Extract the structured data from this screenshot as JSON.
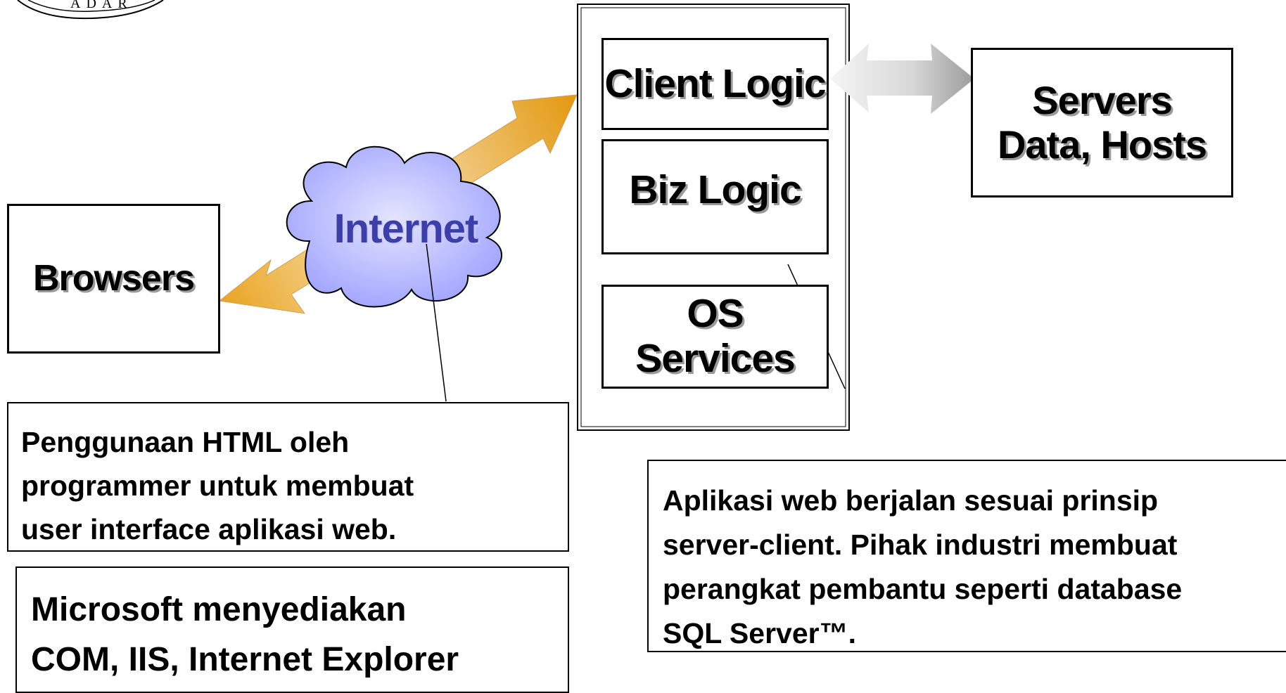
{
  "logo": {
    "text": "ADAR"
  },
  "browsers": {
    "label": "Browsers"
  },
  "internet": {
    "label": "Internet"
  },
  "server_stack": {
    "client_logic": "Client Logic",
    "biz_logic": "Biz Logic",
    "os_services": [
      "OS",
      "Services"
    ]
  },
  "servers": {
    "lines": [
      "Servers",
      "Data, Hosts"
    ]
  },
  "notes": {
    "html_note": [
      "Penggunaan HTML oleh",
      "programmer untuk membuat",
      "user interface aplikasi web."
    ],
    "microsoft_note": [
      "Microsoft menyediakan",
      "COM, IIS, Internet Explorer"
    ],
    "web_app_note": [
      "Aplikasi web berjalan sesuai prinsip",
      "server-client. Pihak industri membuat",
      "perangkat pembantu seperti database",
      "SQL Server™."
    ]
  },
  "colors": {
    "arrow_gold": "#e8a21e",
    "arrow_gray": "#b8b8b8",
    "cloud_blue": "#a9acff",
    "internet_text": "#3d3fa8"
  }
}
